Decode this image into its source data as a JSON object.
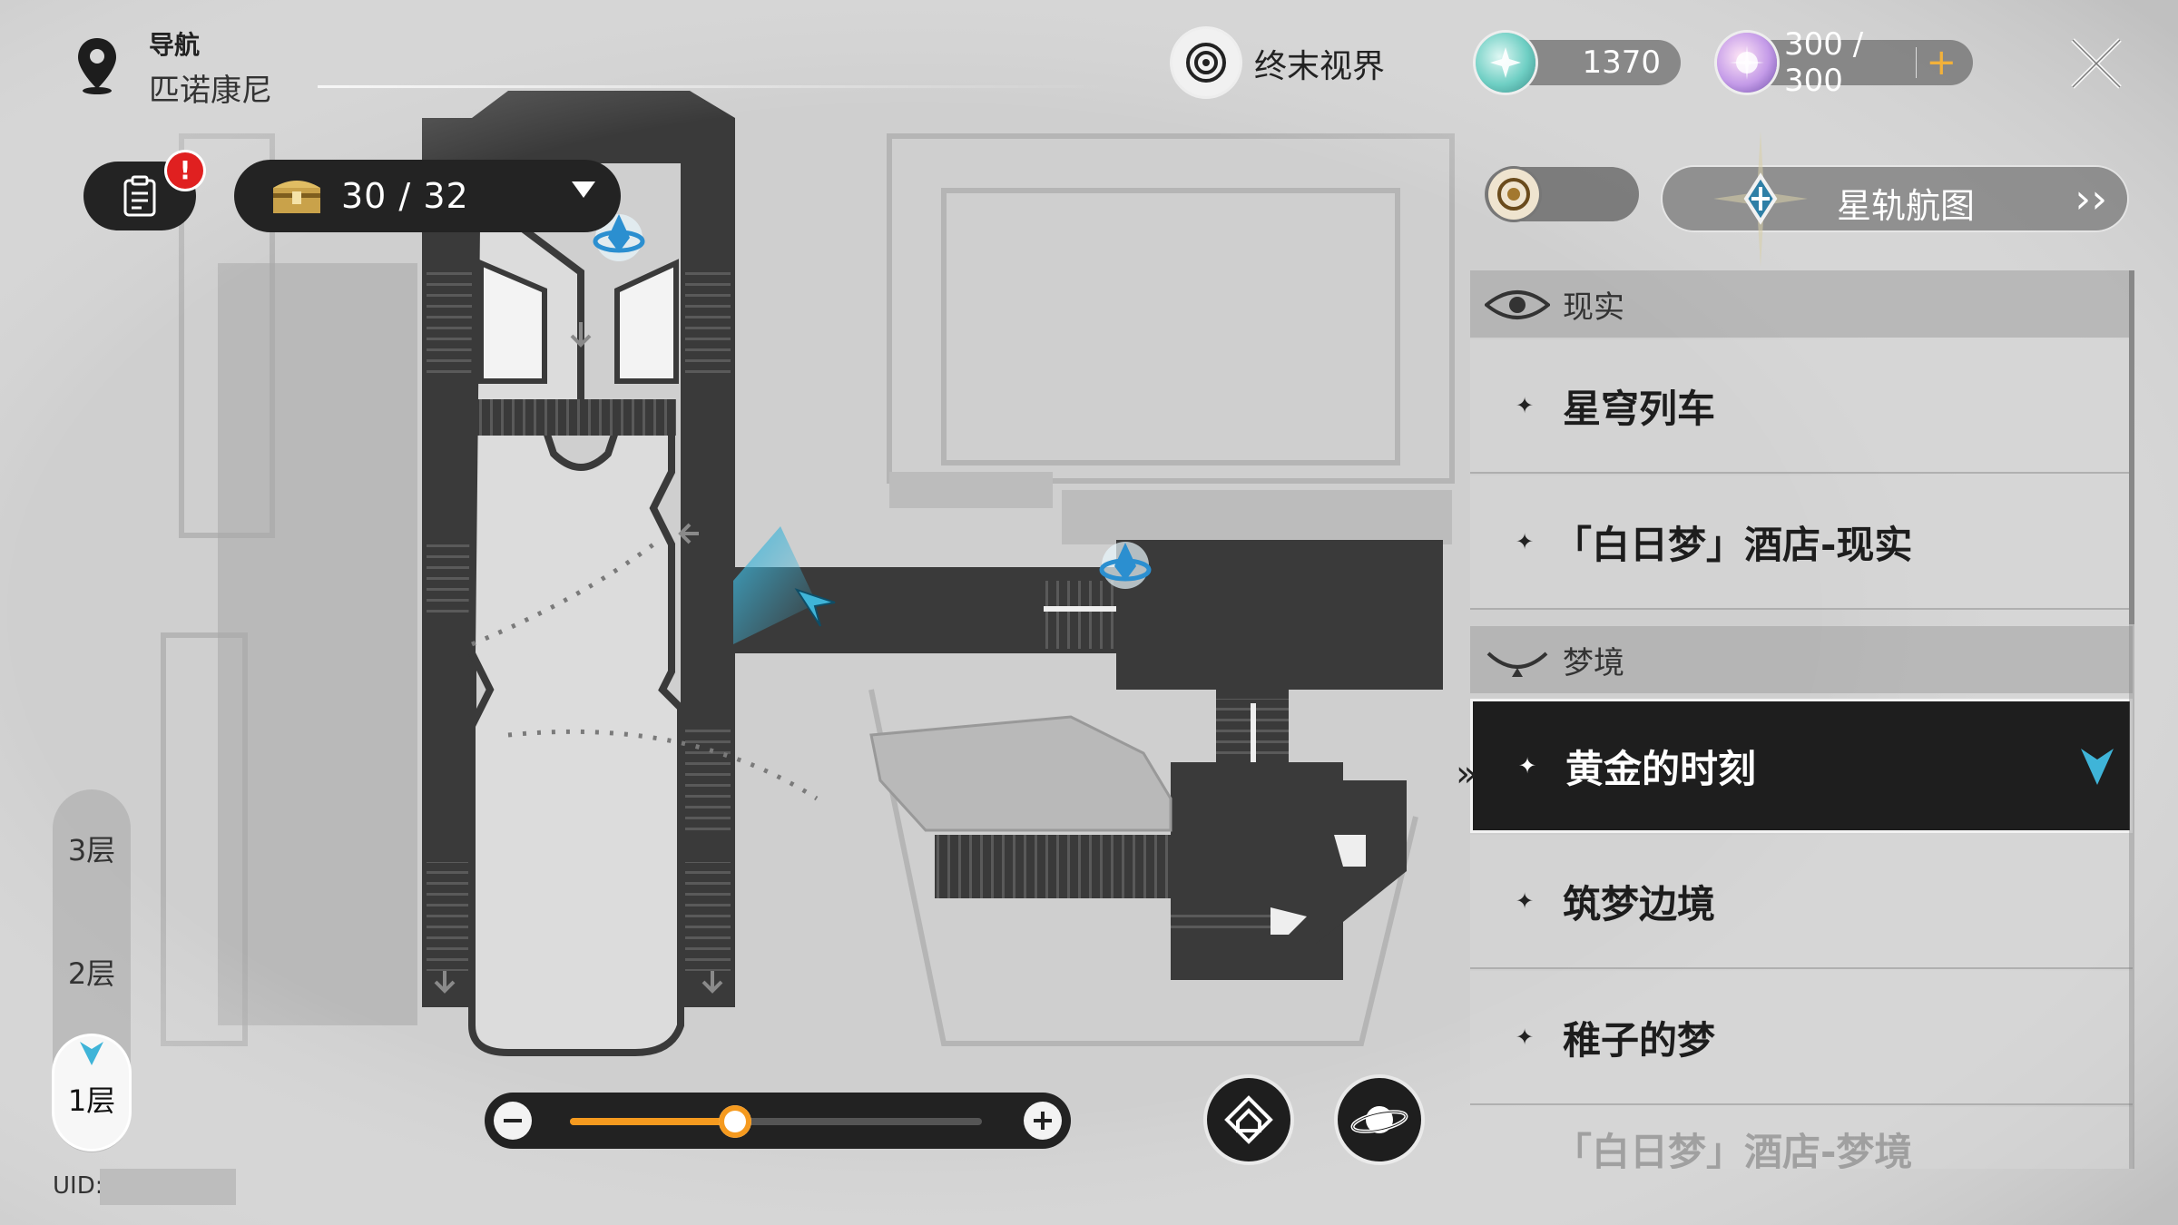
{
  "header": {
    "nav_label": "导航",
    "region_name": "匹诺康尼",
    "terminal_label": "终末视界",
    "stellar_jade": "1370",
    "trailblaze_power": "300 / 300",
    "plus": "+"
  },
  "toolbar": {
    "chest_count": "30 / 32"
  },
  "star_rail_map": {
    "label": "星轨航图"
  },
  "panel": {
    "categories": [
      {
        "label": "现实"
      },
      {
        "label": "梦境"
      }
    ],
    "entries": [
      {
        "label": "星穹列车"
      },
      {
        "label": "「白日梦」酒店-现实"
      },
      {
        "label": "黄金的时刻"
      },
      {
        "label": "筑梦边境"
      },
      {
        "label": "稚子的梦"
      },
      {
        "label": "「白日梦」酒店-梦境"
      }
    ],
    "selected_index": 2
  },
  "floors": {
    "items": [
      {
        "label": "3层"
      },
      {
        "label": "2层"
      },
      {
        "label": "1层"
      }
    ],
    "current": "1层"
  },
  "zoom": {
    "level": 0.4
  },
  "uid_label": "UID:",
  "colors": {
    "accent_cyan": "#3fb4d8",
    "zoom_orange": "#f59a1f",
    "alert_red": "#e02020",
    "chest_gold": "#c9a24a"
  }
}
